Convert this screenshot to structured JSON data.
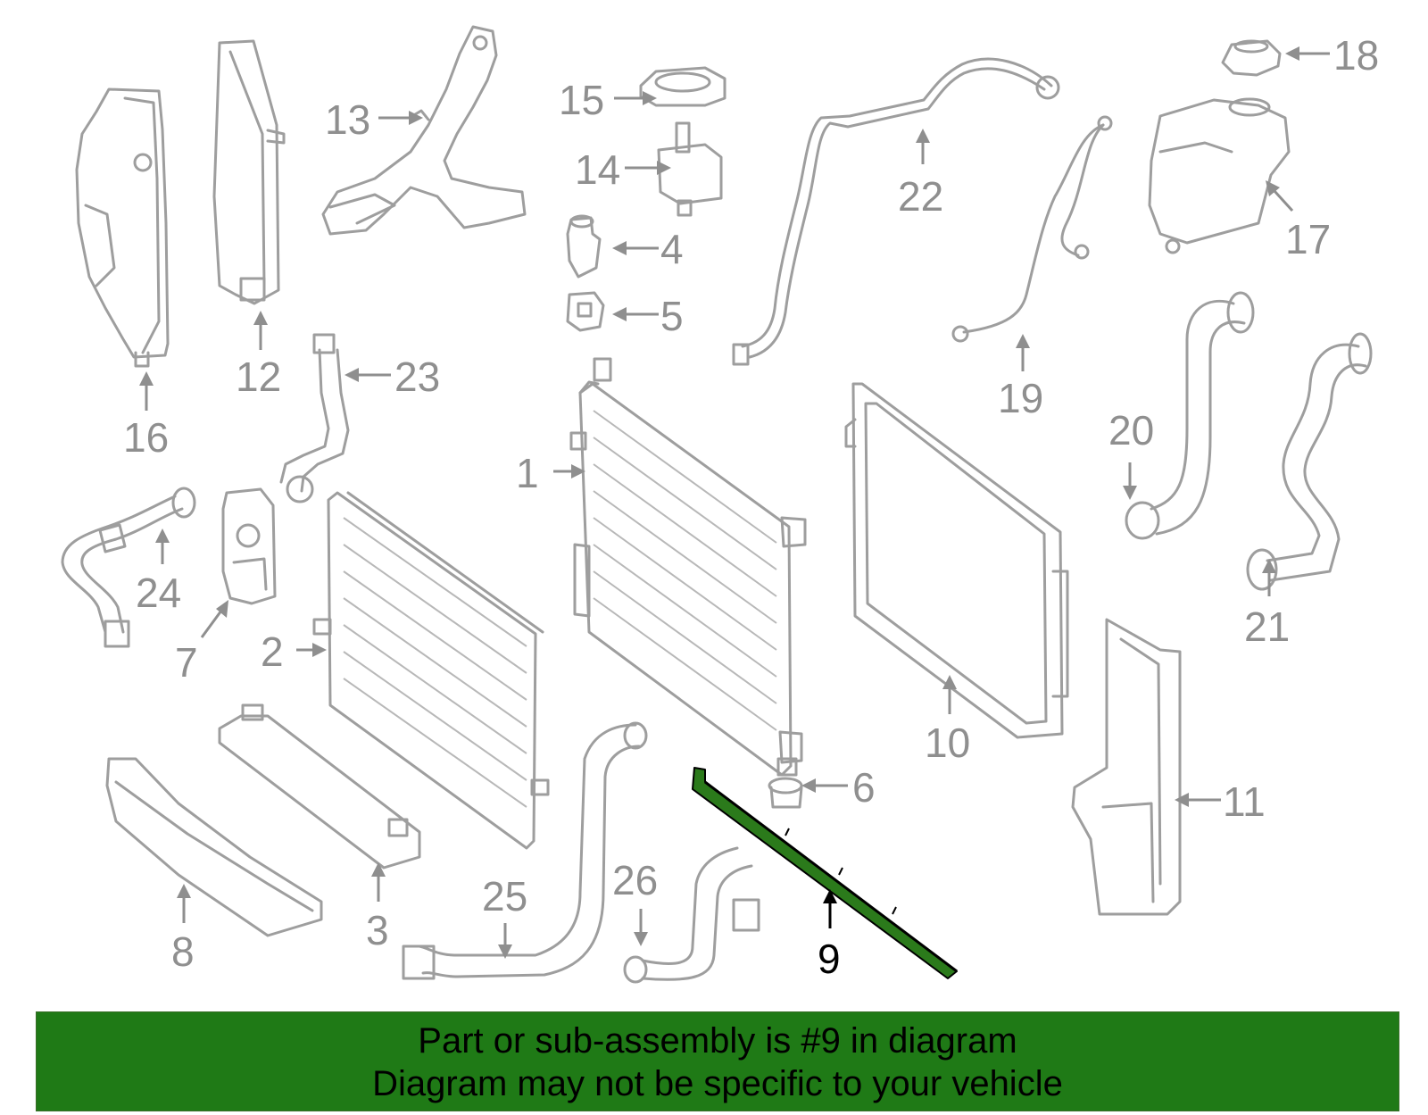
{
  "colors": {
    "banner_bg": "#1f7a16",
    "highlight_part": "#2b7a1b",
    "part_stroke": "#9e9e9e",
    "label_gray": "#8f8f8f",
    "label_active": "#000000"
  },
  "callouts": [
    {
      "id": "1",
      "label": "1"
    },
    {
      "id": "2",
      "label": "2"
    },
    {
      "id": "3",
      "label": "3"
    },
    {
      "id": "4",
      "label": "4"
    },
    {
      "id": "5",
      "label": "5"
    },
    {
      "id": "6",
      "label": "6"
    },
    {
      "id": "7",
      "label": "7"
    },
    {
      "id": "8",
      "label": "8"
    },
    {
      "id": "9",
      "label": "9",
      "highlighted": true
    },
    {
      "id": "10",
      "label": "10"
    },
    {
      "id": "11",
      "label": "11"
    },
    {
      "id": "12",
      "label": "12"
    },
    {
      "id": "13",
      "label": "13"
    },
    {
      "id": "14",
      "label": "14"
    },
    {
      "id": "15",
      "label": "15"
    },
    {
      "id": "16",
      "label": "16"
    },
    {
      "id": "17",
      "label": "17"
    },
    {
      "id": "18",
      "label": "18"
    },
    {
      "id": "19",
      "label": "19"
    },
    {
      "id": "20",
      "label": "20"
    },
    {
      "id": "21",
      "label": "21"
    },
    {
      "id": "22",
      "label": "22"
    },
    {
      "id": "23",
      "label": "23"
    },
    {
      "id": "24",
      "label": "24"
    },
    {
      "id": "25",
      "label": "25"
    },
    {
      "id": "26",
      "label": "26"
    }
  ],
  "banner": {
    "line1": "Part or sub-assembly is #9 in diagram",
    "line2": "Diagram may not be specific to your vehicle"
  }
}
